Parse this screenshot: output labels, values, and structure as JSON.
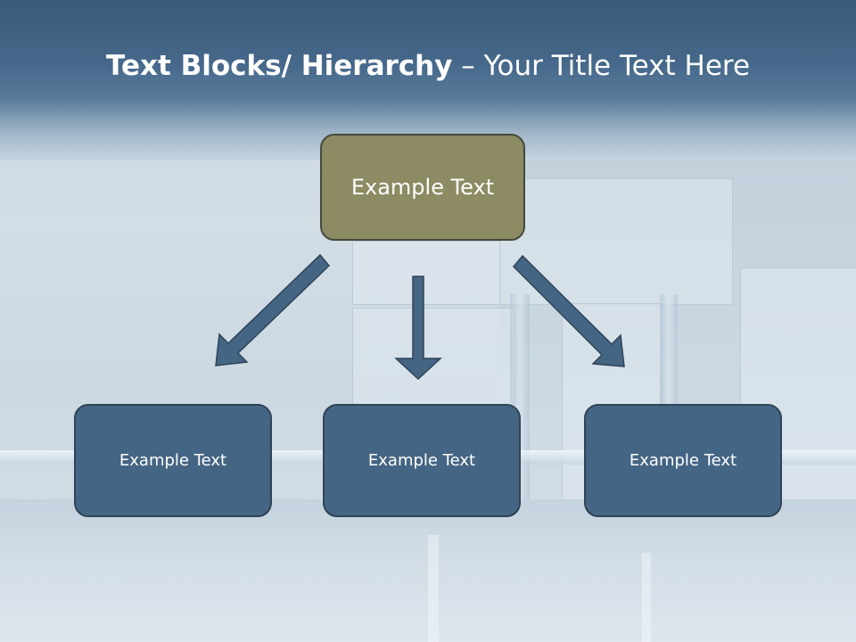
{
  "slide": {
    "title_bold": "Text Blocks/ Hierarchy",
    "title_rest": " – Your Title Text Here"
  },
  "hierarchy": {
    "top": {
      "label": "Example Text"
    },
    "children": [
      {
        "label": "Example Text"
      },
      {
        "label": "Example Text"
      },
      {
        "label": "Example Text"
      }
    ]
  },
  "colors": {
    "top_box": "#8c8b63",
    "child_box": "#456584",
    "arrow": "#456584",
    "border": "#2f4457",
    "title_text": "#ffffff"
  }
}
